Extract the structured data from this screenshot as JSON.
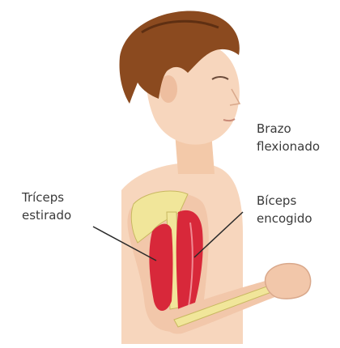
{
  "labels": {
    "arm": {
      "line1": "Brazo",
      "line2": "flexionado"
    },
    "triceps": {
      "line1": "Tríceps",
      "line2": "estirado"
    },
    "biceps": {
      "line1": "Bíceps",
      "line2": "encogido"
    }
  },
  "colors": {
    "skin": "#f6d2b6",
    "skin_shade": "#e9b08e",
    "hair": "#8b4a1f",
    "muscle": "#d8283a",
    "bone": "#f1e69a",
    "leader_line": "#2a2a2a",
    "text": "#3a3a3a"
  },
  "icons": [
    "boy-figure",
    "triceps-muscle",
    "biceps-muscle",
    "arm-bone"
  ]
}
